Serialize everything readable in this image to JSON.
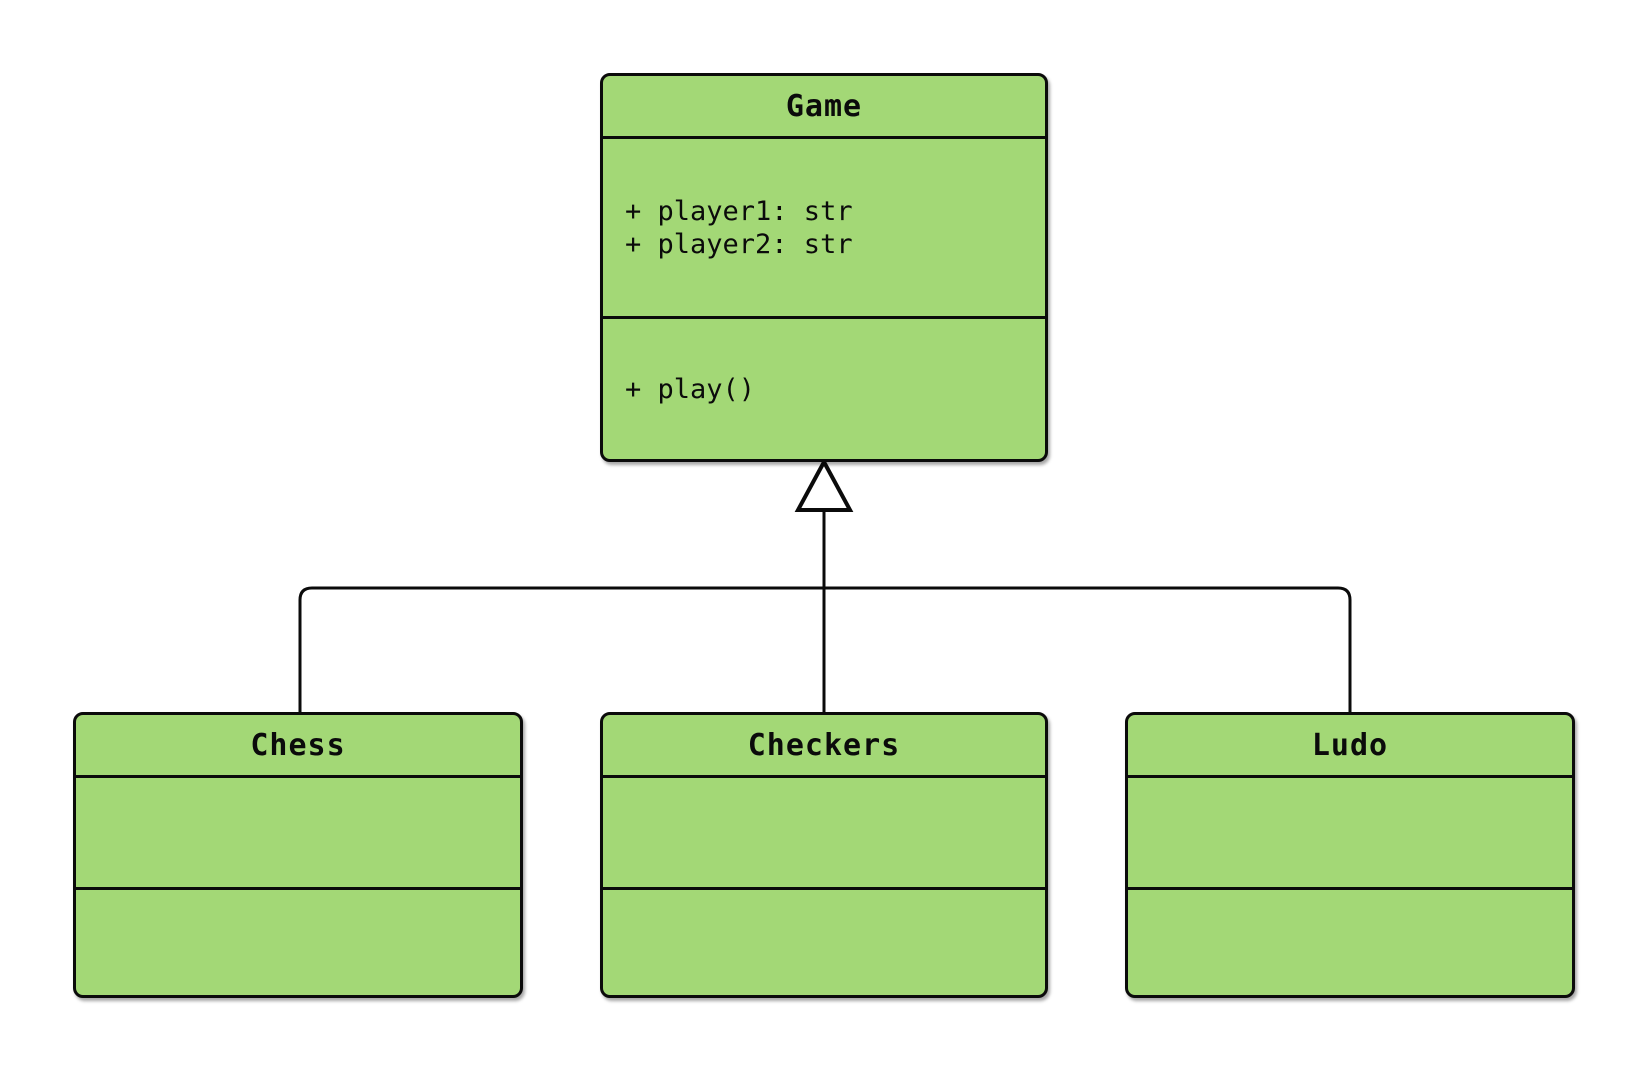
{
  "diagram": {
    "kind": "uml-class-diagram",
    "background_color": "#ffffff",
    "node_fill_color": "#a3d876",
    "node_border_color": "#0b0b0b",
    "line_color": "#0b0b0b",
    "arrow_fill_color": "#ffffff",
    "relationship": "inheritance (hollow triangle pointing to Game)",
    "classes": [
      {
        "name": "Game",
        "attributes": [
          "+ player1: str",
          "+ player2: str"
        ],
        "methods": [
          "+ play()"
        ]
      },
      {
        "name": "Chess",
        "attributes": [],
        "methods": []
      },
      {
        "name": "Checkers",
        "attributes": [],
        "methods": []
      },
      {
        "name": "Ludo",
        "attributes": [],
        "methods": []
      }
    ]
  }
}
